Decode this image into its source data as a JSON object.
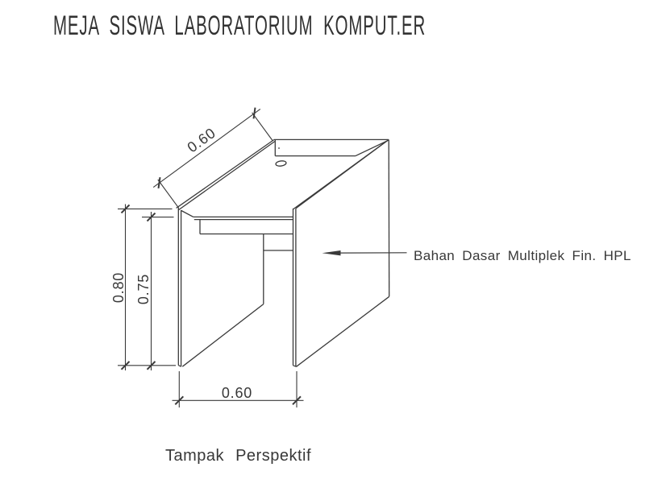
{
  "sheet": {
    "background": "#ffffff",
    "line_color": "#3a3a3a",
    "title": "MEJA SISWA LABORATORIUM KOMPUT.ER",
    "view_caption": "Tampak Perspektif",
    "material_note": "Bahan Dasar Multiplek Fin. HPL",
    "dimensions": {
      "desk_depth_top": "0.60",
      "overall_height": "0.80",
      "desktop_height": "0.75",
      "desk_width_bottom": "0.60"
    }
  }
}
